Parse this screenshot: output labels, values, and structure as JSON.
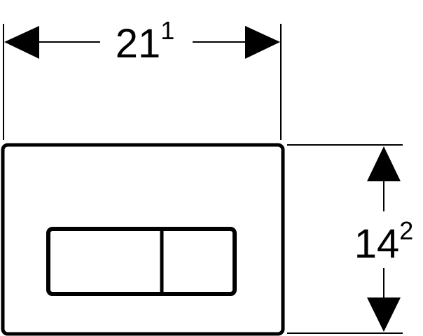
{
  "dimensions": {
    "width": {
      "main": "21",
      "sup": "1"
    },
    "height": {
      "main": "14",
      "sup": "2"
    }
  },
  "colors": {
    "line": "#000000",
    "background": "#ffffff"
  }
}
